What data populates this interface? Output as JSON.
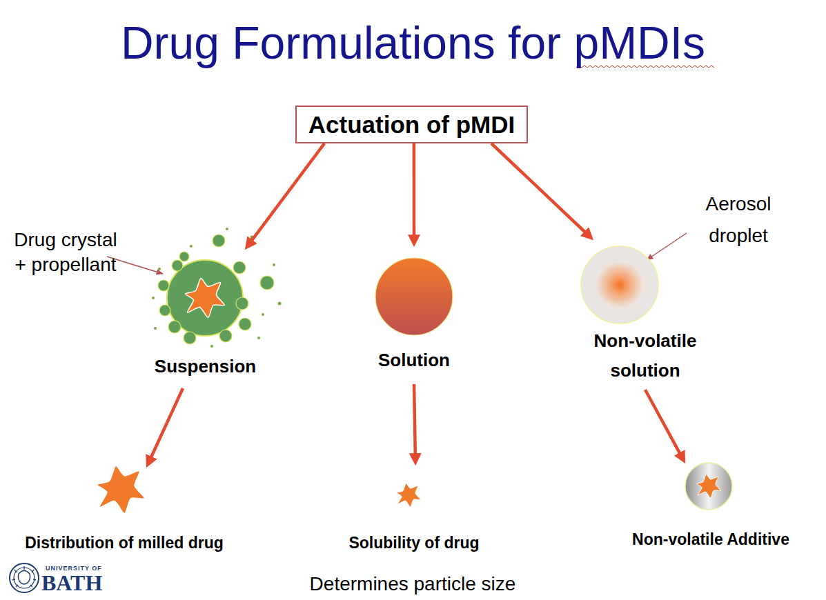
{
  "diagram": {
    "title": "Drug Formulations for pMDIs",
    "nodes": [
      {
        "text": [
          "Actuation of pMDI"
        ]
      },
      {
        "text": [
          "Suspension"
        ]
      },
      {
        "text": [
          "Solution"
        ]
      },
      {
        "text": [
          "Non-volatile solution"
        ]
      },
      {
        "text": [
          "Distribution of milled drug"
        ]
      },
      {
        "text": [
          "Solubility of drug"
        ]
      },
      {
        "text": [
          "Non-volatile Additive"
        ]
      }
    ],
    "edges": [
      {
        "from": 0,
        "to": 1,
        "arrow": "to"
      },
      {
        "from": 0,
        "to": 2,
        "arrow": "to"
      },
      {
        "from": 0,
        "to": 3,
        "arrow": "to"
      },
      {
        "from": 1,
        "to": 4,
        "arrow": "to"
      },
      {
        "from": 2,
        "to": 5,
        "arrow": "to"
      },
      {
        "from": 3,
        "to": 6,
        "arrow": "to"
      }
    ],
    "labels": [
      "Drug crystal + propellant",
      "Aerosol droplet",
      "Determines particle size",
      "UNIVERSITY OF",
      "BATH"
    ]
  }
}
